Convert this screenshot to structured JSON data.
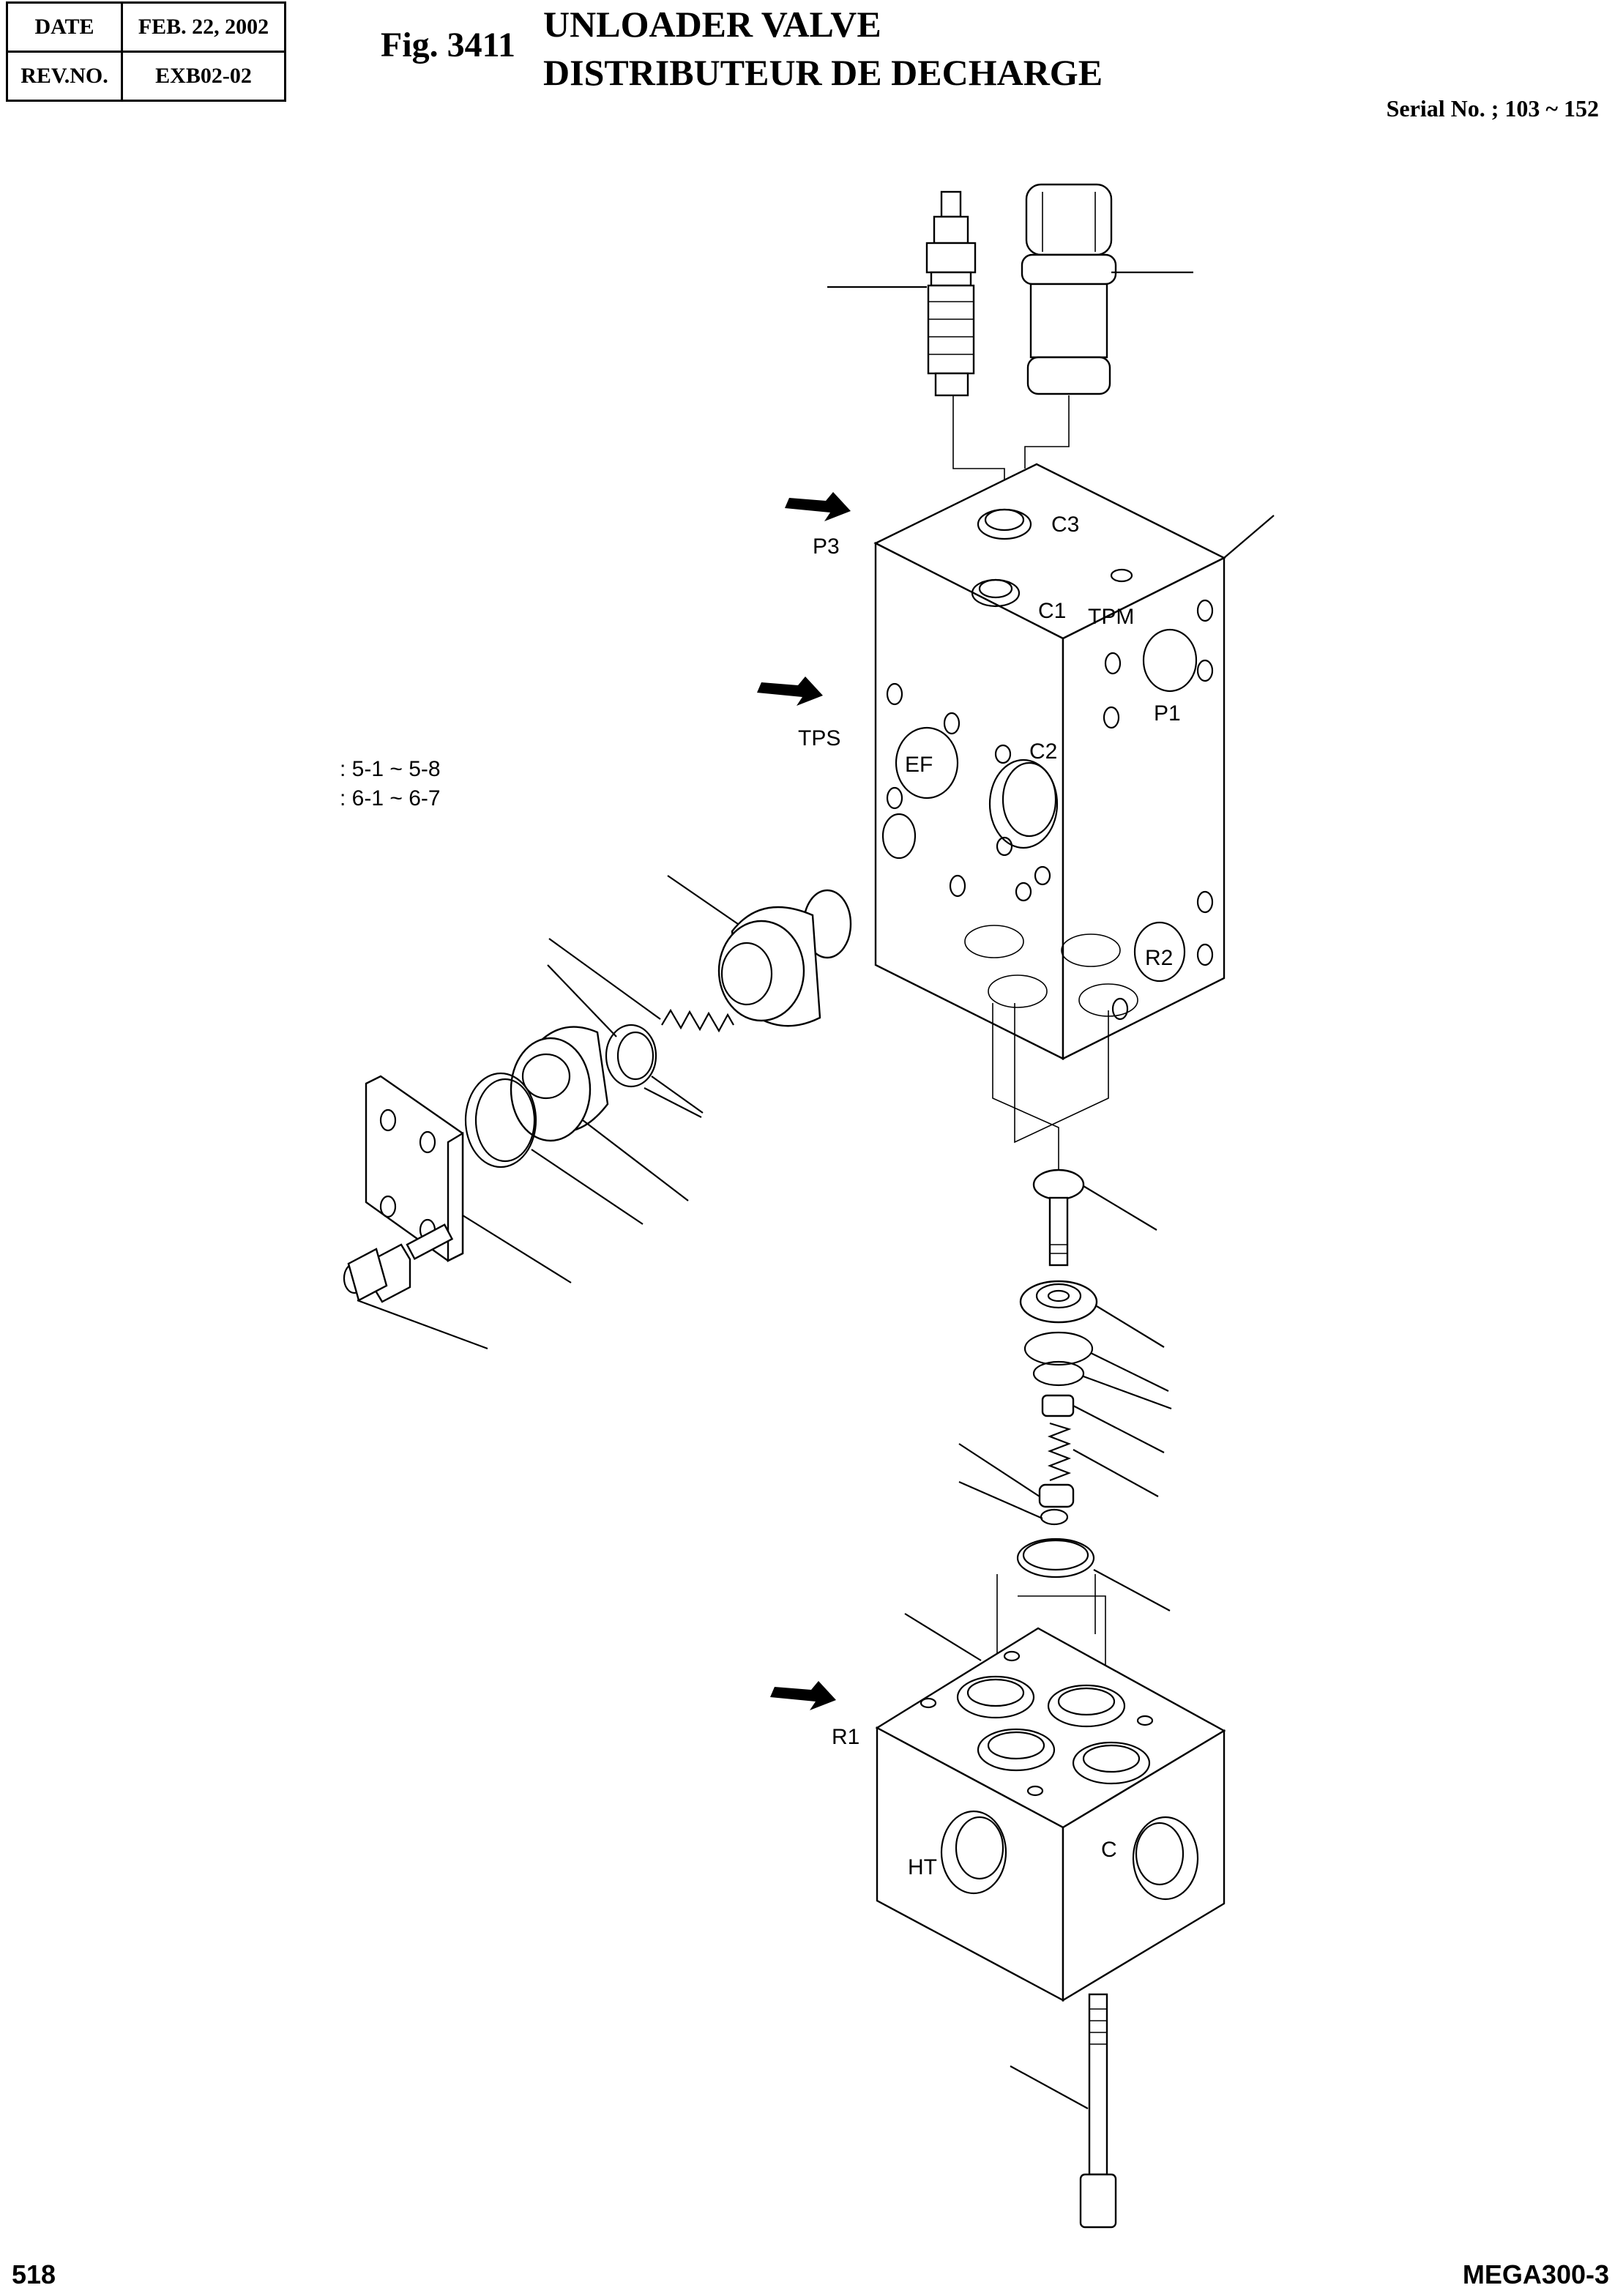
{
  "header": {
    "date_label": "DATE",
    "date_value": "FEB. 22, 2002",
    "rev_label": "REV.NO.",
    "rev_value": "EXB02-02"
  },
  "figure": {
    "number": "Fig. 3411",
    "title_en": "UNLOADER VALVE",
    "title_fr": "DISTRIBUTEUR DE DECHARGE",
    "serial": "Serial No. ; 103 ~ 152"
  },
  "labels": {
    "p3": "P3",
    "c3": "C3",
    "c1": "C1",
    "tpm": "TPM",
    "tps": "TPS",
    "p1": "P1",
    "ef": "EF",
    "c2": "C2",
    "r2": "R2",
    "r1": "R1",
    "ht": "HT",
    "c": "C"
  },
  "notes": {
    "range1": ": 5-1 ~ 5-8",
    "range2": ": 6-1 ~ 6-7"
  },
  "footer": {
    "page": "518",
    "model": "MEGA300-3"
  }
}
